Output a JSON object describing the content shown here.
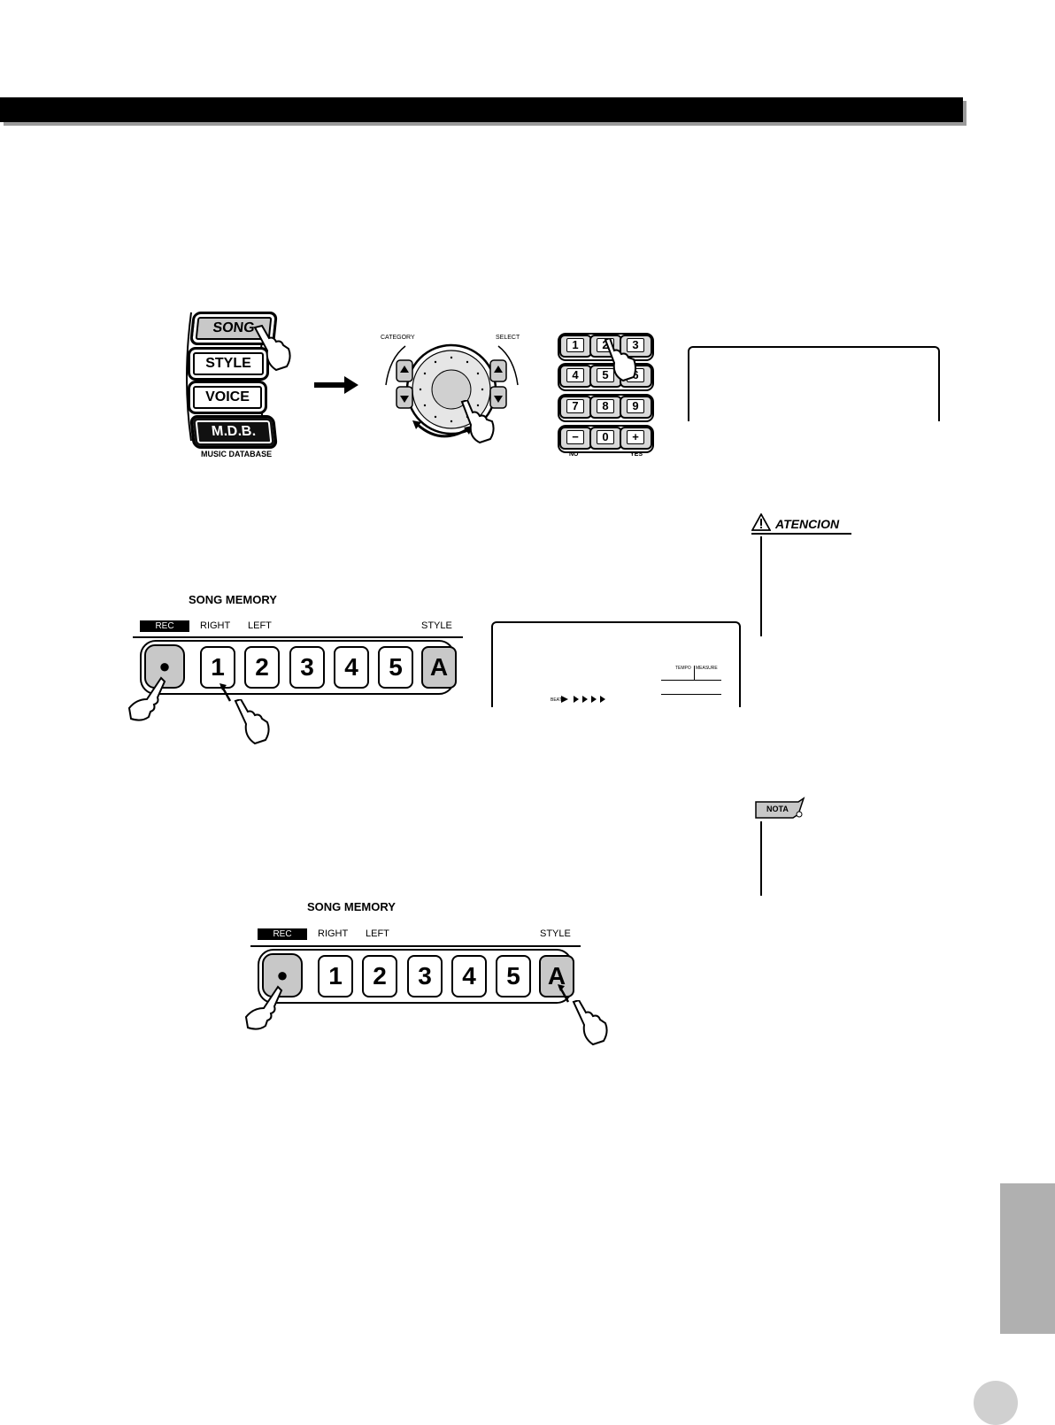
{
  "category_buttons": {
    "song": "SONG",
    "style": "STYLE",
    "voice": "VOICE",
    "mdb": "M.D.B.",
    "music_database": "MUSIC DATABASE"
  },
  "dial": {
    "category": "CATEGORY",
    "select": "SELECT"
  },
  "keypad": {
    "keys": [
      "1",
      "2",
      "3",
      "4",
      "5",
      "6",
      "7",
      "8",
      "9"
    ],
    "minus": "−",
    "zero": "0",
    "plus": "+",
    "no": "NO",
    "yes": "YES"
  },
  "atencion": {
    "label": "ATENCION"
  },
  "nota": {
    "label": "NOTA"
  },
  "song_memory_1": {
    "title": "SONG MEMORY",
    "rec": "REC",
    "right": "RIGHT",
    "left": "LEFT",
    "style": "STYLE",
    "keys": [
      "1",
      "2",
      "3",
      "4",
      "5",
      "A"
    ]
  },
  "song_memory_2": {
    "title": "SONG MEMORY",
    "rec": "REC",
    "right": "RIGHT",
    "left": "LEFT",
    "style": "STYLE",
    "keys": [
      "1",
      "2",
      "3",
      "4",
      "5",
      "A"
    ]
  },
  "lcd2": {
    "tempo": "TEMPO",
    "measure": "MEASURE",
    "beat": "BEAT"
  }
}
